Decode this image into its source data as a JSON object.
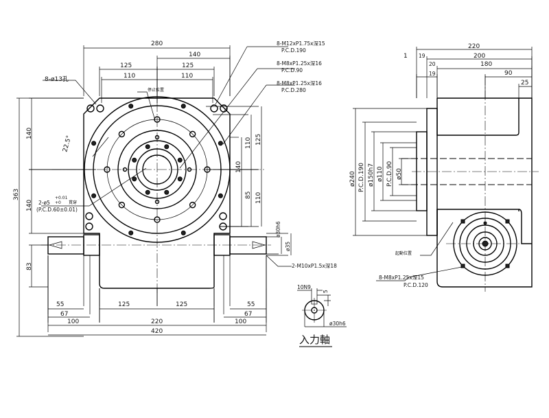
{
  "front_view": {
    "dims": {
      "w280": "280",
      "w140": "140",
      "w125a": "125",
      "w125b": "125",
      "w110a": "110",
      "w110b": "110",
      "h363": "363",
      "h140a": "140",
      "h140b": "140",
      "h83": "83",
      "r110": "110",
      "r125": "125",
      "r140": "140",
      "r85": "85",
      "r110b": "110",
      "b55l": "55",
      "b67l": "67",
      "b100l": "100",
      "b125a": "125",
      "b125b": "125",
      "b220": "220",
      "b420": "420",
      "b55r": "55",
      "b67r": "67",
      "b100r": "100",
      "angle": "22.5°",
      "shaft_dia": "ø30h6",
      "shaft_35": "ø35"
    },
    "callouts": {
      "hole": "8-ø13孔",
      "tap1": "8-M12xP1.75x深15",
      "pcd1": "P.C.D.190",
      "tap2": "8-M8xP1.25x深16",
      "pcd2": "P.C.D.90",
      "tap3": "8-M8xP1.25x深16",
      "pcd3": "P.C.D.280",
      "stop": "停止位置",
      "pin": "2-ø5",
      "pin_tol_up": "+0.01",
      "pin_tol_lo": "+0",
      "pin_note": "貫穿",
      "pin_pcd": "(P.C.D.60±0.01)",
      "tap_shaft": "2-M10xP1.5x深18"
    }
  },
  "side_view": {
    "dims": {
      "d220": "220",
      "d1": "1",
      "d19a": "19",
      "d200": "200",
      "d20": "20",
      "d180": "180",
      "d19b": "19",
      "d90": "90",
      "d25": "25",
      "dia240": "ø240",
      "pcd190": "P.C.D.190",
      "dia150": "ø150h7",
      "dia110": "ø110",
      "pcd90": "P.C.D.90",
      "dia50": "ø50"
    },
    "callouts": {
      "start": "起動位置",
      "tap": "8-M8xP1.25x深15",
      "pcd": "P.C.D.120"
    }
  },
  "input_shaft": {
    "key": "10N9",
    "depth": "5",
    "dia": "ø30h6",
    "title": "入力軸"
  }
}
